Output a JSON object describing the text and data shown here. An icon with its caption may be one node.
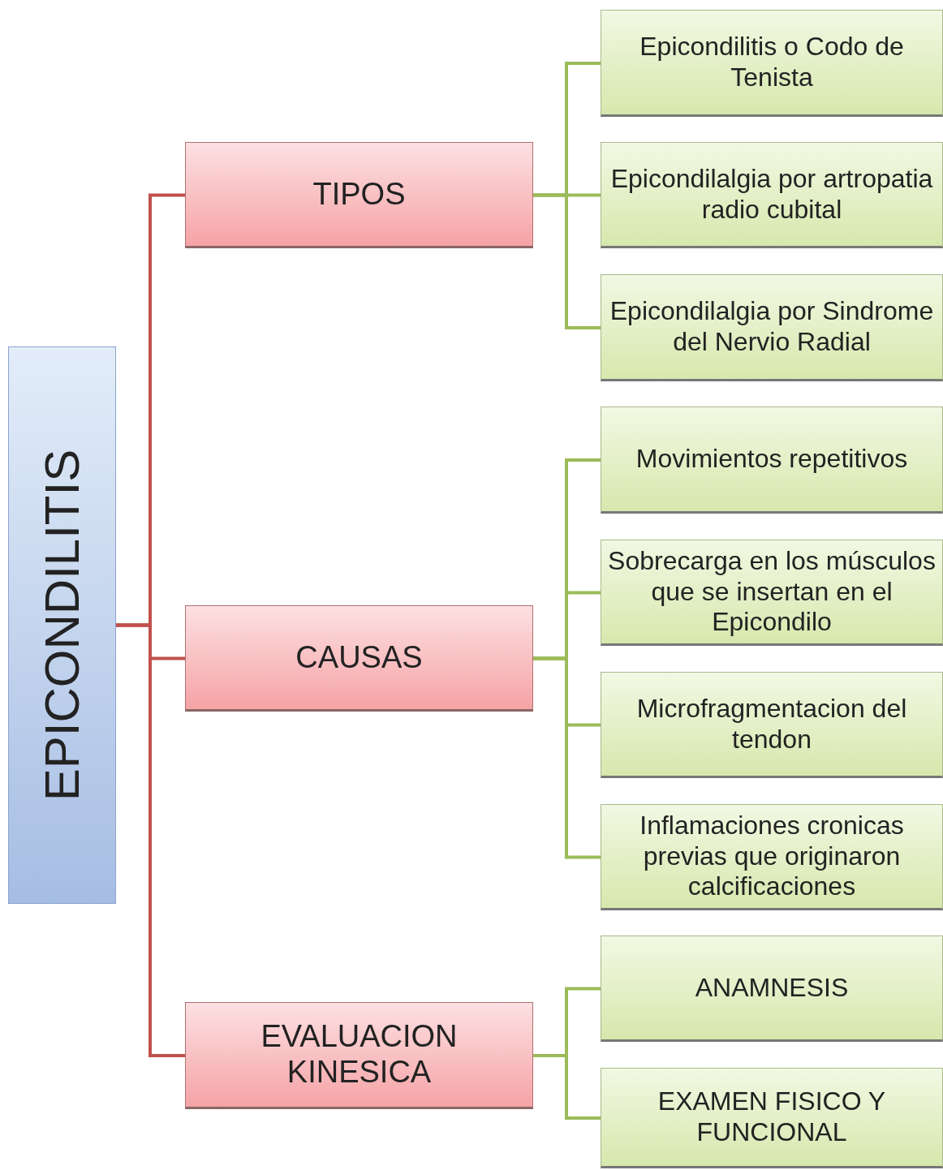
{
  "diagram": {
    "nodes": [
      {
        "text": [
          "EPICONDILITIS"
        ]
      },
      {
        "text": [
          "TIPOS"
        ]
      },
      {
        "text": [
          "CAUSAS"
        ]
      },
      {
        "text": [
          "EVALUACION KINESICA"
        ]
      },
      {
        "text": [
          "Epicondilitis o Codo de Tenista"
        ]
      },
      {
        "text": [
          "Epicondilalgia por artropatia radio cubital"
        ]
      },
      {
        "text": [
          "Epicondilalgia por Sindrome del Nervio Radial"
        ]
      },
      {
        "text": [
          "Movimientos repetitivos"
        ]
      },
      {
        "text": [
          "Sobrecarga en los músculos que se insertan en el Epicondilo"
        ]
      },
      {
        "text": [
          "Microfragmentacion del tendon"
        ]
      },
      {
        "text": [
          "Inflamaciones cronicas previas que originaron calcificaciones"
        ]
      },
      {
        "text": [
          "ANAMNESIS"
        ]
      },
      {
        "text": [
          "EXAMEN FISICO Y FUNCIONAL"
        ]
      }
    ],
    "edges": [
      {
        "from": 0,
        "to": 1,
        "arrow": "none",
        "color": "#c0504d"
      },
      {
        "from": 0,
        "to": 2,
        "arrow": "none",
        "color": "#c0504d"
      },
      {
        "from": 0,
        "to": 3,
        "arrow": "none",
        "color": "#c0504d"
      },
      {
        "from": 1,
        "to": 4,
        "arrow": "none"
      },
      {
        "from": 1,
        "to": 5,
        "arrow": "none"
      },
      {
        "from": 1,
        "to": 6,
        "arrow": "none"
      },
      {
        "from": 2,
        "to": 7,
        "arrow": "none"
      },
      {
        "from": 2,
        "to": 8,
        "arrow": "none"
      },
      {
        "from": 2,
        "to": 9,
        "arrow": "none"
      },
      {
        "from": 2,
        "to": 10,
        "arrow": "none"
      },
      {
        "from": 3,
        "to": 11,
        "arrow": "none"
      },
      {
        "from": 3,
        "to": 12,
        "arrow": "none"
      }
    ]
  }
}
